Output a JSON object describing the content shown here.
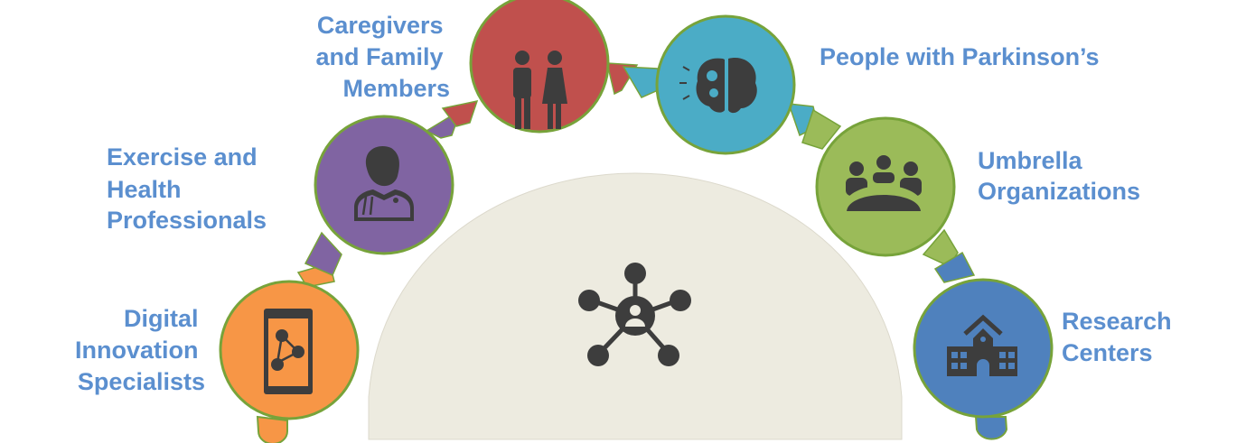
{
  "colors": {
    "digital": "#F79646",
    "exercise": "#8064A2",
    "caregivers": "#C0504D",
    "people": "#4BACC6",
    "umbrella": "#9BBB59",
    "research": "#4F81BD",
    "hub": "#EDEBE0",
    "label": "#5B8FCF"
  },
  "nodes": [
    {
      "id": "digital",
      "icon": "smartphone-network-icon",
      "label": [
        "Digital",
        "Innovation",
        "Specialists"
      ]
    },
    {
      "id": "exercise",
      "icon": "doctor-icon",
      "label": [
        "Exercise and",
        "Health",
        "Professionals"
      ]
    },
    {
      "id": "caregivers",
      "icon": "couple-icon",
      "label": [
        "Caregivers",
        "and Family",
        "Members"
      ]
    },
    {
      "id": "people",
      "icon": "brain-gears-icon",
      "label": [
        "People with Parkinson’s"
      ]
    },
    {
      "id": "umbrella",
      "icon": "meeting-group-icon",
      "label": [
        "Umbrella",
        "Organizations"
      ]
    },
    {
      "id": "research",
      "icon": "school-building-icon",
      "label": [
        "Research",
        "Centers"
      ]
    }
  ],
  "hub": {
    "icon": "network-hub-icon"
  }
}
